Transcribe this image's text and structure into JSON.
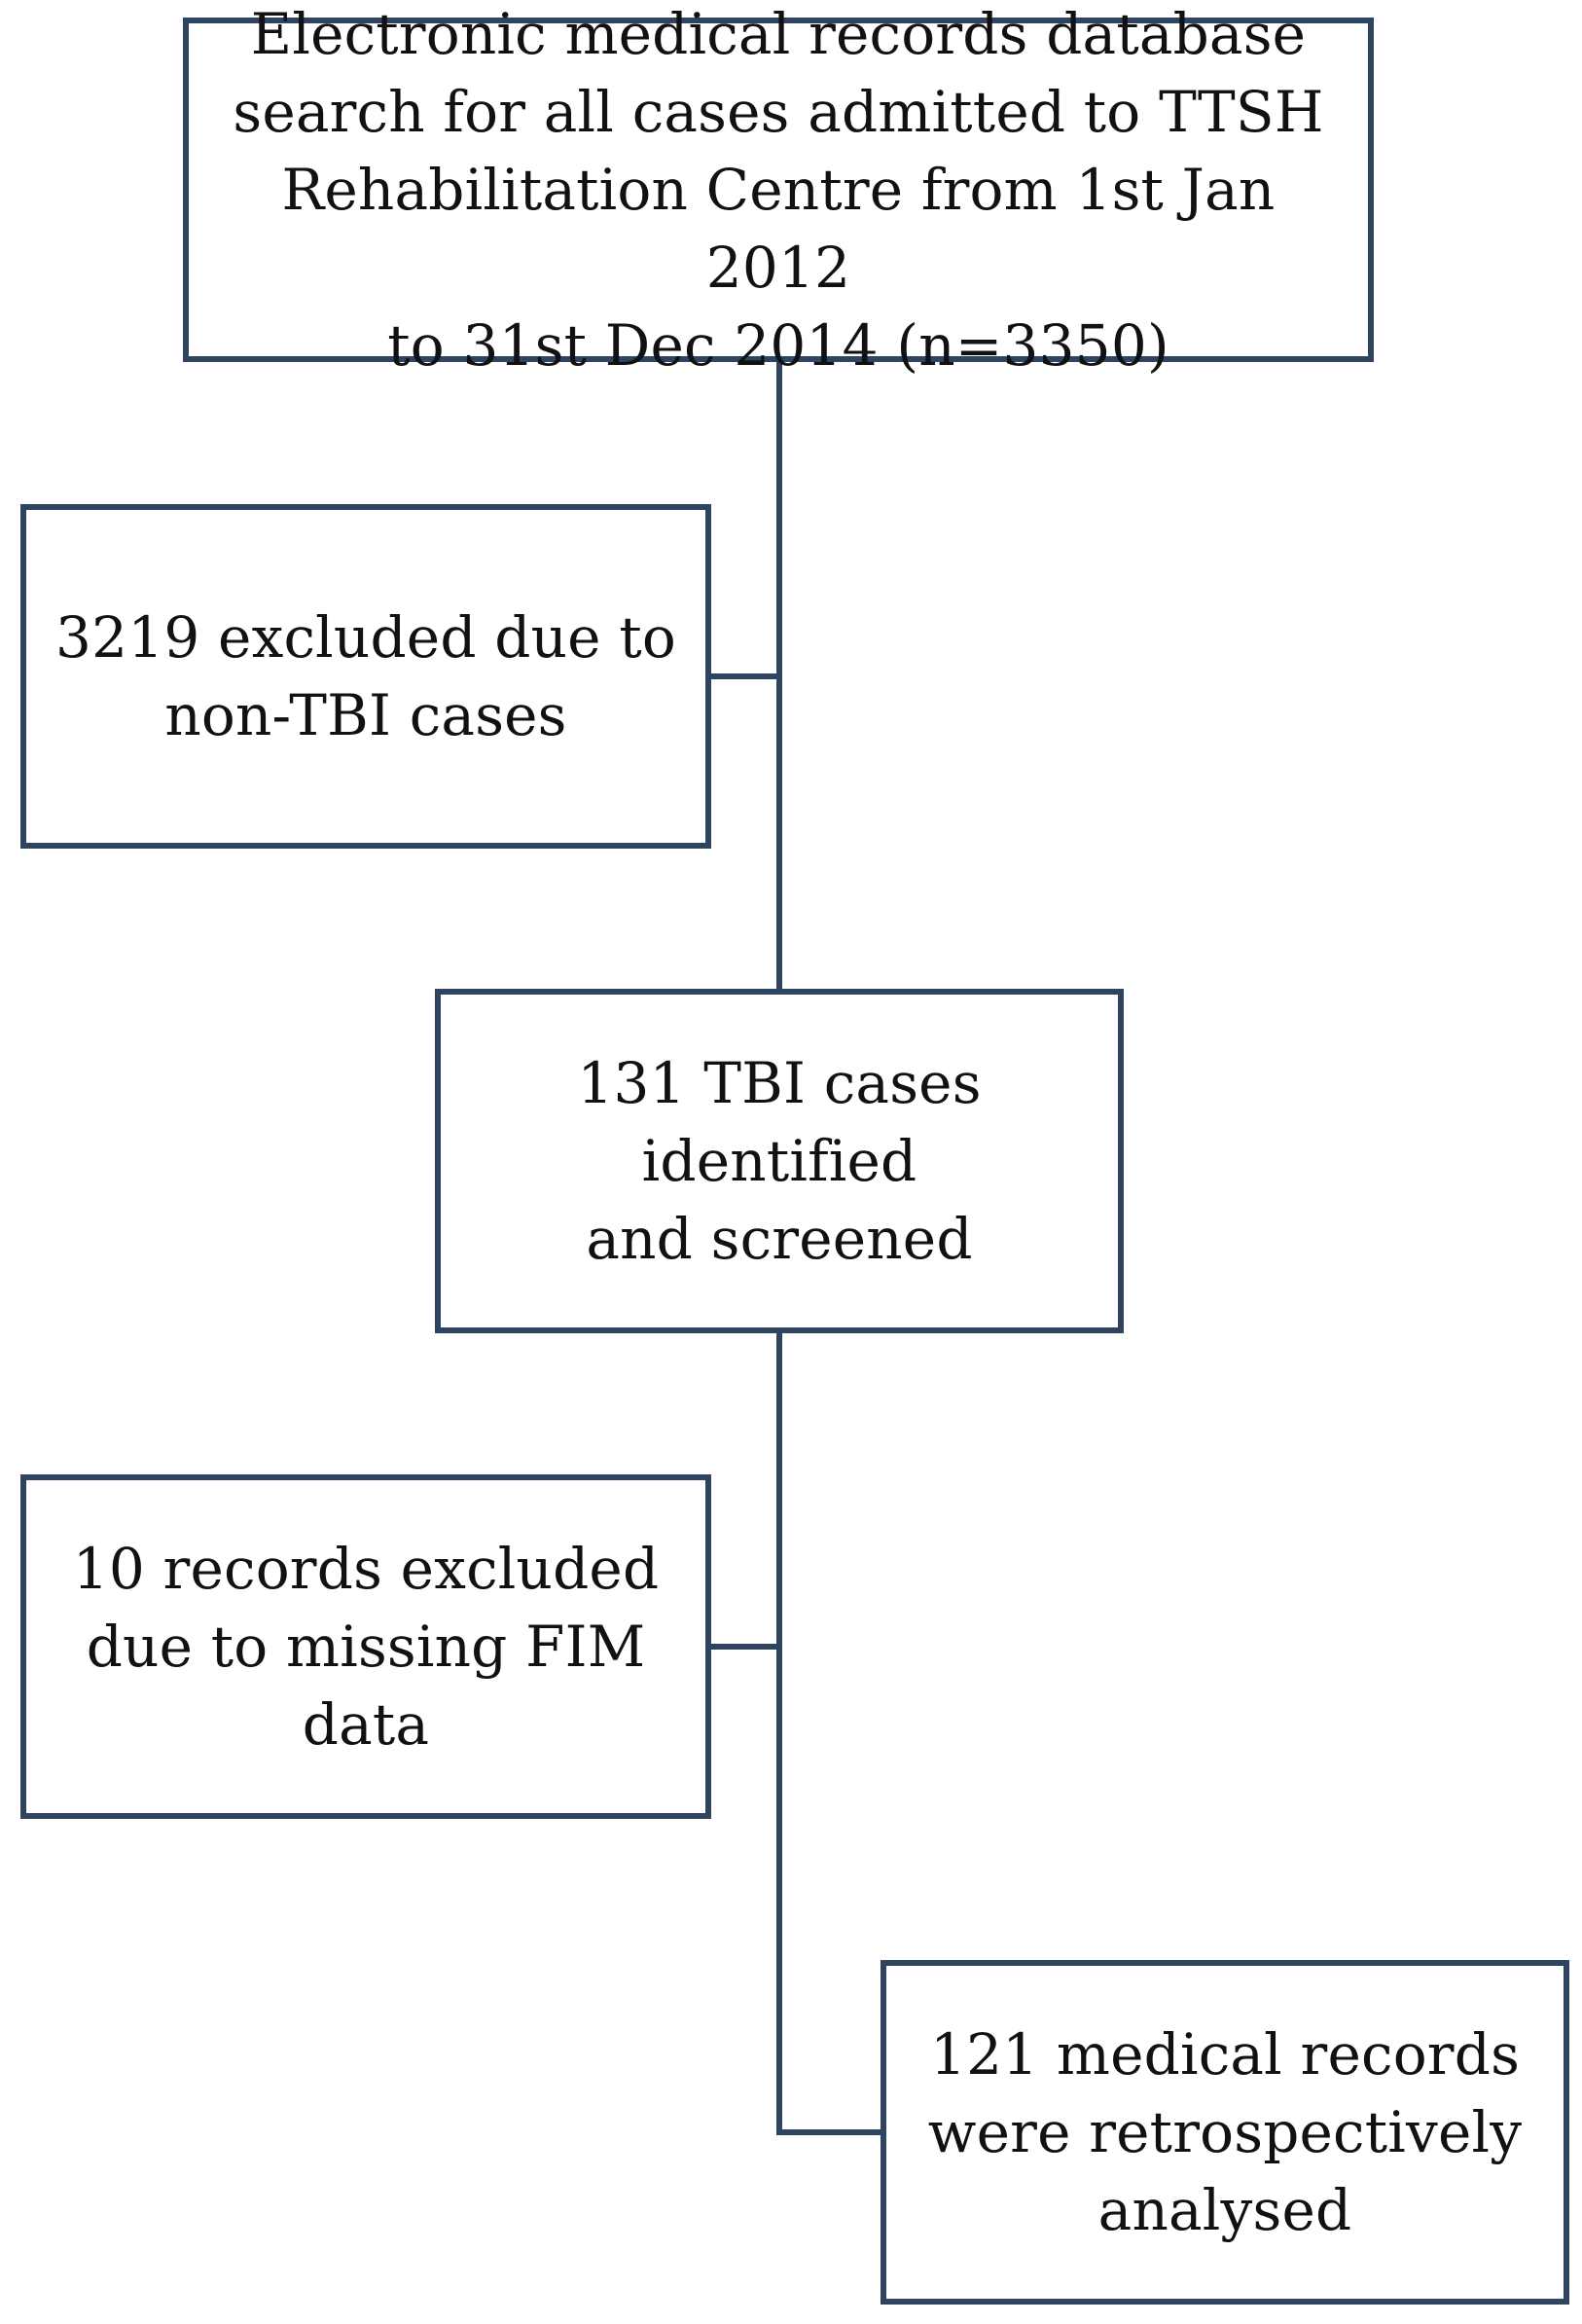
{
  "flowchart": {
    "boxes": [
      {
        "id": "search",
        "text": "Electronic medical records database\nsearch for all cases admitted to TTSH\nRehabilitation Centre from 1st Jan 2012\nto 31st Dec 2014 (n=3350)"
      },
      {
        "id": "exclude-non-tbi",
        "text": "3219 excluded due to\nnon-TBI cases"
      },
      {
        "id": "tbi-identified",
        "text": "131 TBI cases identified\nand screened"
      },
      {
        "id": "exclude-missing-fim",
        "text": "10 records excluded\ndue to missing FIM\ndata"
      },
      {
        "id": "final-analysed",
        "text": "121 medical records\nwere retrospectively\nanalysed"
      }
    ],
    "colors": {
      "border": "#2f4460",
      "line": "#2f4460",
      "text": "#111111",
      "background": "#ffffff"
    }
  }
}
